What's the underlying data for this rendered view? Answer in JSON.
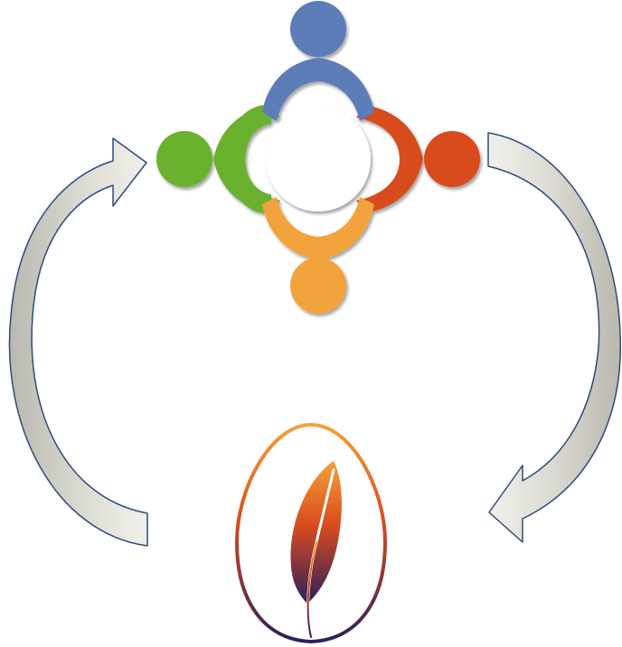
{
  "diagram": {
    "people_group": {
      "icon": "four-people-circle-icon",
      "people": [
        {
          "name": "top",
          "color": "#5B7DB8"
        },
        {
          "name": "right",
          "color": "#D84B1C"
        },
        {
          "name": "bottom",
          "color": "#F3A33B"
        },
        {
          "name": "left",
          "color": "#6BB12E"
        }
      ]
    },
    "feather_logo": {
      "icon": "feather-in-egg-icon",
      "gradient": [
        "#F3A33B",
        "#D84B1C",
        "#2E1F5C"
      ]
    },
    "arrows": [
      {
        "name": "left-arrow",
        "direction": "up",
        "fill": "#F1F0EA",
        "shade": "#B9B8AF",
        "outline": "#2F4B7C"
      },
      {
        "name": "right-arrow",
        "direction": "down",
        "fill": "#F1F0EA",
        "shade": "#B9B8AF",
        "outline": "#2F4B7C"
      }
    ]
  }
}
